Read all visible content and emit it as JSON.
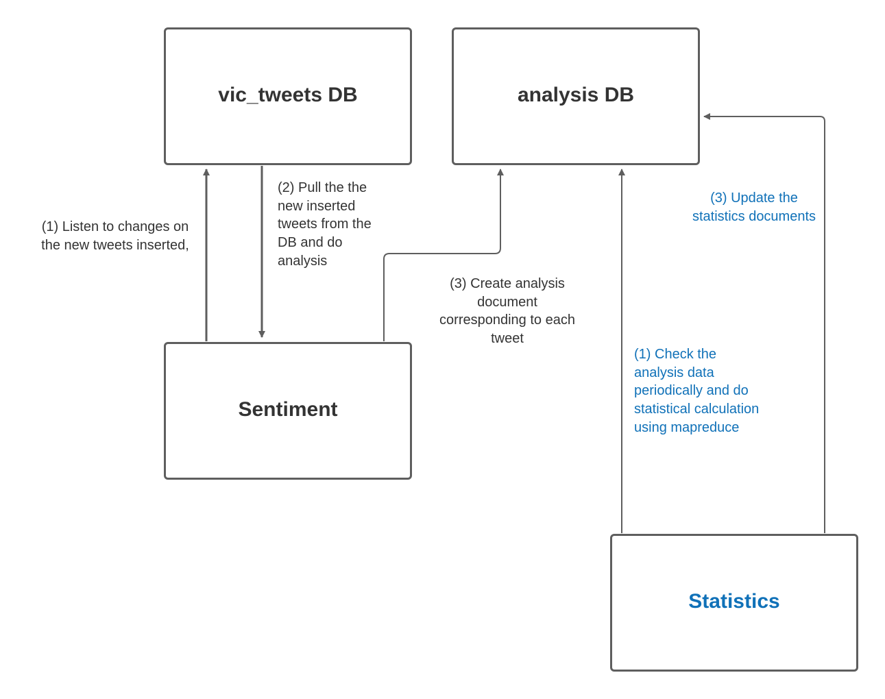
{
  "colors": {
    "box_border": "#5e5e5e",
    "connector": "#5e5e5e",
    "text_dark": "#333333",
    "text_blue": "#1071b8"
  },
  "nodes": {
    "vic_tweets_db": "vic_tweets DB",
    "analysis_db": "analysis DB",
    "sentiment": "Sentiment",
    "statistics": "Statistics"
  },
  "edges": {
    "listen": "(1) Listen to changes on\nthe new tweets inserted,",
    "pull": "(2) Pull the  the\nnew inserted\ntweets from the\nDB and do\nanalysis",
    "create": "(3) Create analysis\ndocument\ncorresponding to each\ntweet",
    "check": "(1) Check the\nanalysis data\nperiodically and do\nstatistical calculation\nusing mapreduce",
    "update": "(3) Update the\nstatistics documents"
  }
}
